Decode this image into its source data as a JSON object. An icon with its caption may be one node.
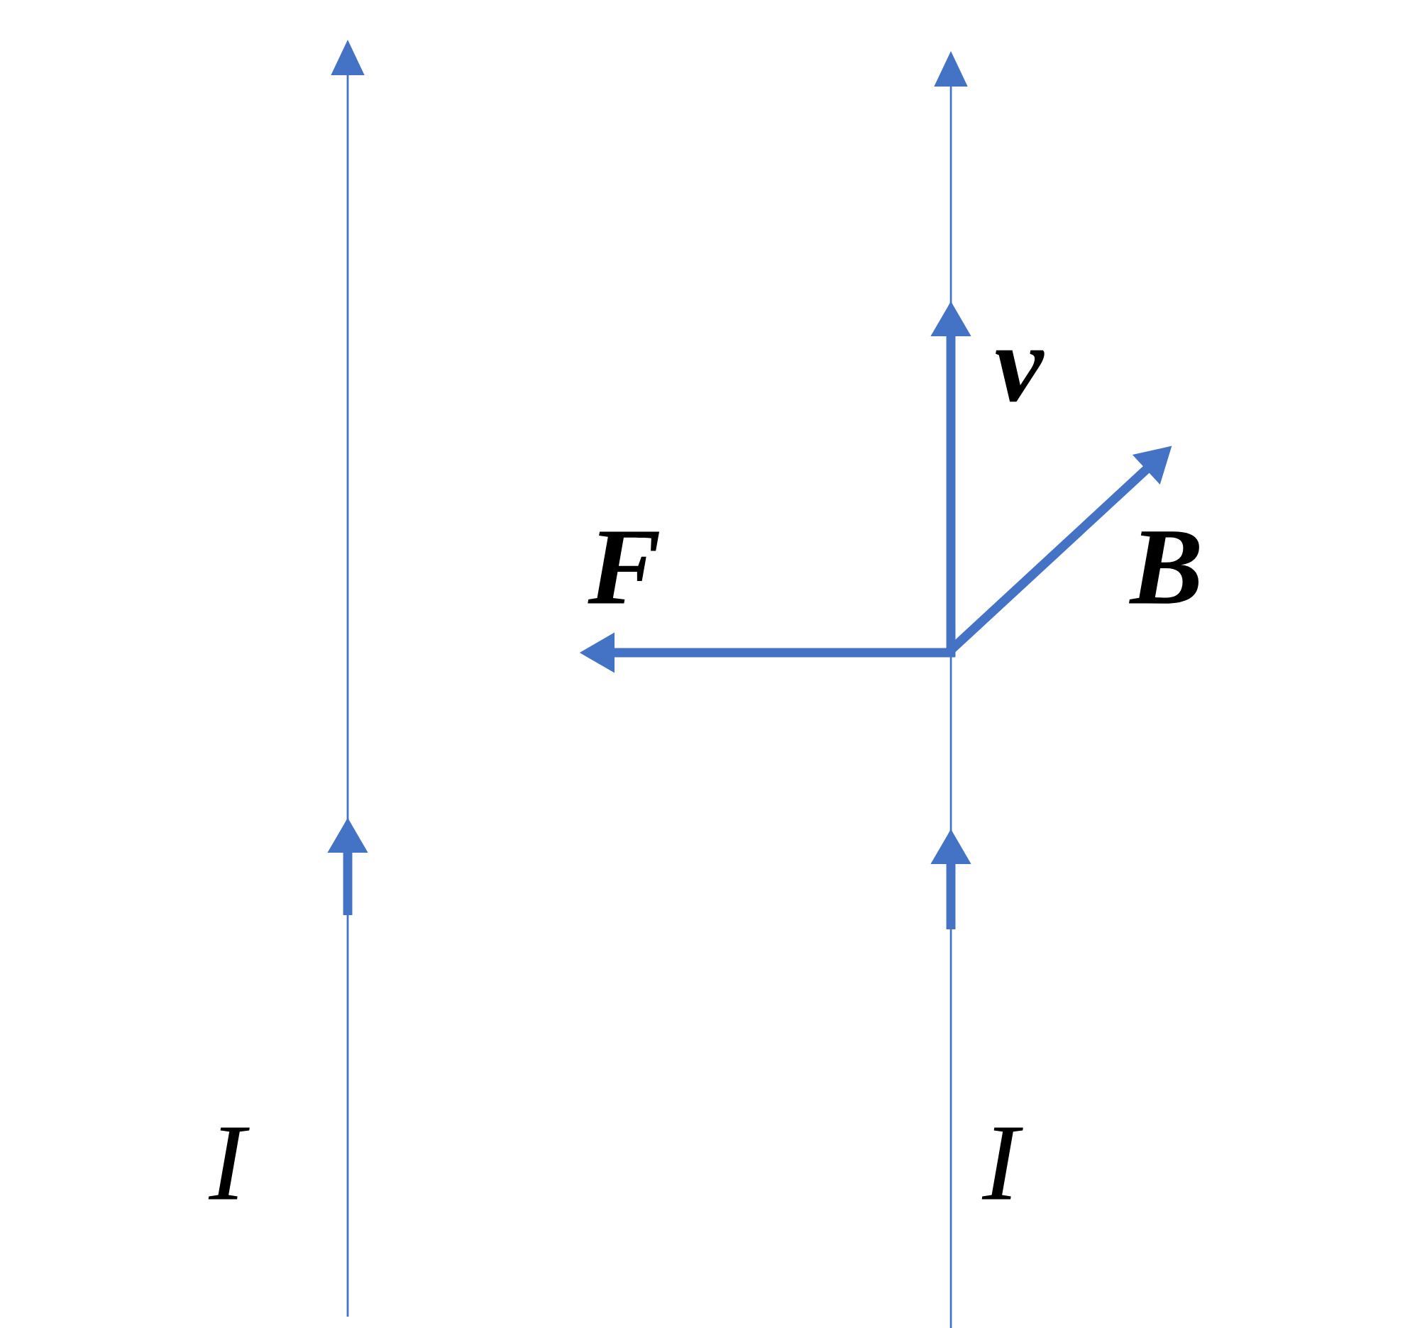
{
  "diagram": {
    "labels": [
      "v",
      "B",
      "F",
      "I",
      "I"
    ]
  }
}
